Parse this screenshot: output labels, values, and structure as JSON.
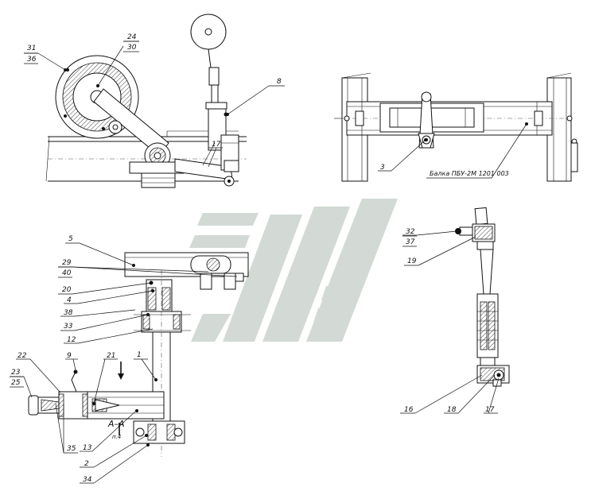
{
  "callouts": {
    "c31": "31",
    "c36": "36",
    "c24": "24",
    "c30": "30",
    "c8": "8",
    "c17": "17",
    "c3": "3",
    "ref": "Балка ПБУ-2М 1201 003",
    "c32": "32",
    "c37": "37",
    "c19": "19",
    "c16": "16",
    "c18": "18",
    "c17b": "17",
    "c5": "5",
    "c29": "29",
    "c40": "40",
    "c20": "20",
    "c4": "4",
    "c38": "38",
    "c33": "33",
    "c12": "12",
    "c1": "1",
    "c22": "22",
    "c9": "9",
    "c21": "21",
    "c23": "23",
    "c25": "25",
    "c35": "35",
    "c13": "13",
    "c2": "2",
    "c34": "34",
    "section": "А–А",
    "rot": "п.4"
  },
  "colors": {
    "line": "#111111",
    "watermark": "#d3d9d4",
    "paper": "#ffffff"
  }
}
